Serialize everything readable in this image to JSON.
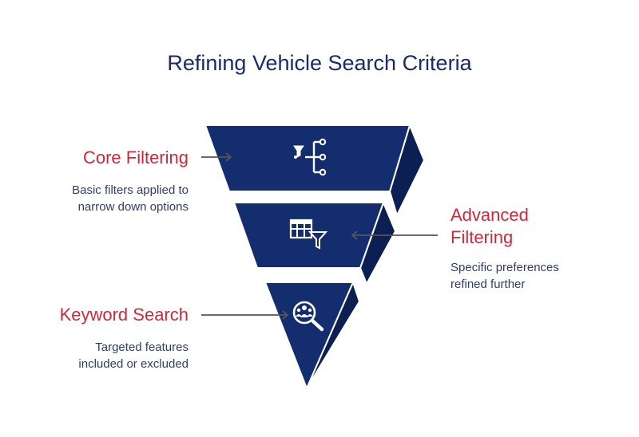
{
  "title": "Refining Vehicle Search Criteria",
  "colors": {
    "funnel_face": "#132d6e",
    "funnel_side": "#0c1f52",
    "outline": "#ffffff",
    "heading": "#d0283a",
    "text": "#2f3c6e",
    "arrow": "#555555"
  },
  "stages": [
    {
      "heading": "Core Filtering",
      "description_lines": [
        "Basic filters applied to",
        "narrow down options"
      ],
      "icon": "filter-network-icon"
    },
    {
      "heading_lines": [
        "Advanced",
        "Filtering"
      ],
      "description_lines": [
        "Specific preferences",
        "refined further"
      ],
      "icon": "table-filter-icon"
    },
    {
      "heading": "Keyword Search",
      "description_lines": [
        "Targeted features",
        "included or excluded"
      ],
      "icon": "search-people-icon"
    }
  ]
}
